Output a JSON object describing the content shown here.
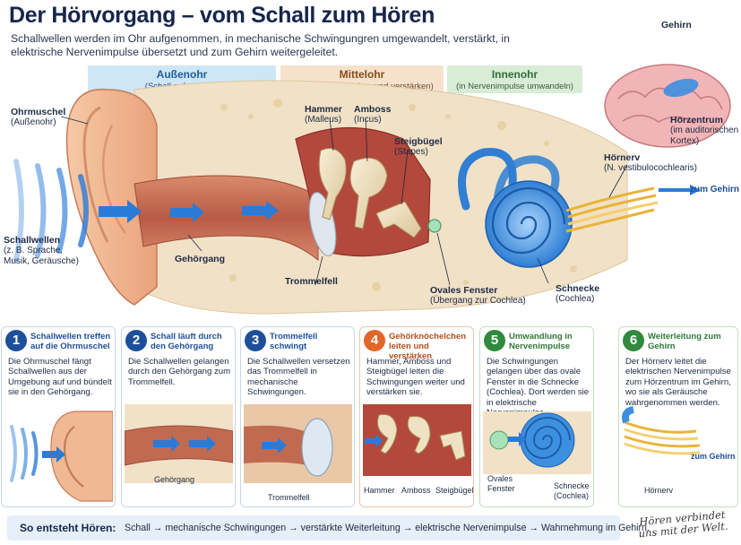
{
  "header": {
    "title": "Der Hörvorgang – vom Schall zum Hören",
    "subtitle": "Schallwellen werden im Ohr aufgenommen, in mechanische Schwingungren umgewandelt, verstärkt, in elektrische Nervenimpulse übersetzt und zum Gehirn weitergeleitet."
  },
  "zones": {
    "outer": {
      "title": "Außenohr",
      "subtitle": "(Schall aufnehmen)"
    },
    "middle": {
      "title": "Mittelohr",
      "subtitle": "(Schwingungen leiten und verstärken)"
    },
    "inner": {
      "title": "Innenohr",
      "subtitle": "(in Nervenimpulse umwandeln)"
    }
  },
  "labels": {
    "ohrmuschel": {
      "title": "Ohrmuschel",
      "sub": "(Außenohr)"
    },
    "schallwellen": {
      "title": "Schallwellen",
      "sub1": "(z. B. Sprache,",
      "sub2": "Musik, Geräusche)"
    },
    "gehoergang": "Gehörgang",
    "trommelfell": "Trommelfell",
    "hammer": {
      "title": "Hammer",
      "sub": "(Malleus)"
    },
    "amboss": {
      "title": "Amboss",
      "sub": "(Incus)"
    },
    "steigbuegel": {
      "title": "Steigbügel",
      "sub": "(Stapes)"
    },
    "ovales_fenster": {
      "title": "Ovales Fenster",
      "sub": "(Übergang zur Cochlea)"
    },
    "schnecke": {
      "title": "Schnecke",
      "sub": "(Cochlea)"
    },
    "hoernerv": {
      "title": "Hörnerv",
      "sub": "(N. vestibulocochlearis)"
    },
    "zum_gehirn": "zum Gehirn",
    "gehirn": "Gehirn",
    "hoerzentrum": {
      "title": "Hörzentrum",
      "sub1": "(im auditorischen",
      "sub2": "Kortex)"
    }
  },
  "steps": [
    {
      "number": "1",
      "title": "Schallwellen treffen auf die Ohrmuschel",
      "text": "Die Ohrmuschel fängt Schallwellen aus der Umgebung auf und bündelt sie in den Gehörgang."
    },
    {
      "number": "2",
      "title": "Schall läuft durch den Gehörgang",
      "text": "Die Schallwellen gelangen durch den Gehörgang zum Trommelfell.",
      "label": "Gehörgang"
    },
    {
      "number": "3",
      "title": "Trommelfell schwingt",
      "text": "Die Schallwellen versetzen das Trommelfell in mechanische Schwingungen.",
      "label": "Trommelfell"
    },
    {
      "number": "4",
      "title": "Gehörknöchelchen leiten und verstärken",
      "text": "Hammer, Amboss und Steigbügel leiten die Schwingungen weiter und verstärken sie.",
      "label_hammer": "Hammer",
      "label_amboss": "Amboss",
      "label_steigbuegel": "Steigbügel"
    },
    {
      "number": "5",
      "title": "Umwandlung in Nervenimpulse",
      "text": "Die Schwingungen gelangen über das ovale Fenster in die Schnecke (Cochlea). Dort werden sie in elektrische Nervenimpulse umgewandelt.",
      "label_fenster1": "Ovales",
      "label_fenster2": "Fenster",
      "label_schnecke1": "Schnecke",
      "label_schnecke2": "(Cochlea)"
    },
    {
      "number": "6",
      "title": "Weiterleitung zum Gehirn",
      "text": "Der Hörnerv leitet die elektrischen Nervenimpulse zum Hörzentrum im Gehirn, wo sie als Geräusche wahrgenommen werden.",
      "label_gehirn": "zum Gehirn",
      "label_nerv": "Hörnerv"
    }
  ],
  "summary": {
    "label": "So entsteht Hören:",
    "text": "Schall → mechanische Schwingungen → verstärkte Weiterleitung → elektrische Nervenimpulse → Wahrnehmung im Gehirn."
  },
  "note": "Hören verbindet uns mit der Welt.",
  "colors": {
    "title": "#16264a",
    "arrow_blue": "#2a7bd8",
    "skin": "#f0b894",
    "canal": "#c9725a",
    "bone": "#efe2c2",
    "cochlea": "#3d8fe0",
    "nerve": "#f2c94c"
  }
}
